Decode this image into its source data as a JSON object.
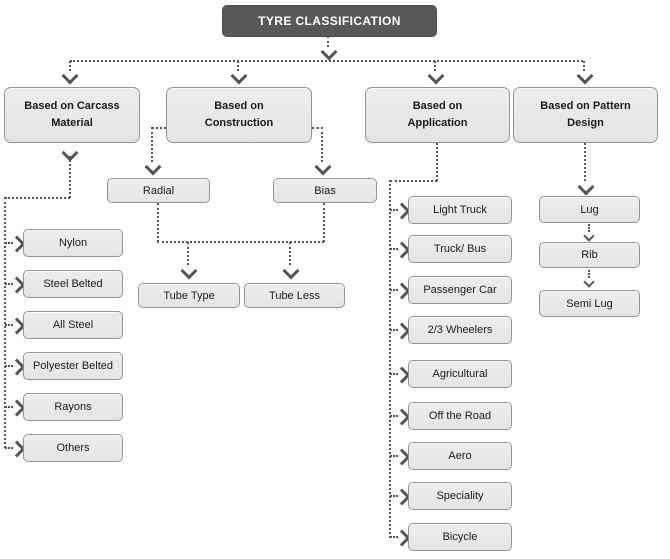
{
  "diagram": {
    "title": "TYRE CLASSIFICATION",
    "branches": [
      {
        "label": "Based on Carcass Material",
        "items": [
          "Nylon",
          "Steel Belted",
          "All Steel",
          "Polyester Belted",
          "Rayons",
          "Others"
        ]
      },
      {
        "label": "Based on Construction",
        "items": [
          "Radial",
          "Bias"
        ],
        "sub_items": [
          "Tube Type",
          "Tube Less"
        ]
      },
      {
        "label": "Based on Application",
        "items": [
          "Light Truck",
          "Truck/ Bus",
          "Passenger Car",
          "2/3 Wheelers",
          "Agricultural",
          "Off the Road",
          "Aero",
          "Speciality",
          "Bicycle"
        ]
      },
      {
        "label": "Based on Pattern Design",
        "items": [
          "Lug",
          "Rib",
          "Semi Lug"
        ]
      }
    ]
  },
  "colors": {
    "title_bg": "#58585a",
    "title_text": "#ffffff",
    "box_fill": "#e9e9e9",
    "box_border": "#959595",
    "connector": "#555555",
    "text": "#1a1a1a",
    "canvas_bg": "#ffffff"
  }
}
